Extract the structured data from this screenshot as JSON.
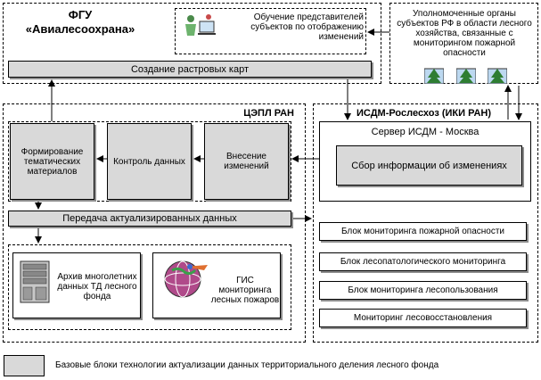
{
  "fgu": {
    "title_line1": "ФГУ",
    "title_line2": "«Авиалесоохрана»",
    "training_text": "Обучение представителей субъектов по отображению изменений",
    "raster_maps": "Создание растровых карт"
  },
  "authorities": {
    "text": "Уполномоченные органы субъектов РФ в области лесного хозяйства, связанные с мониторингом пожарной опасности"
  },
  "cepl": {
    "title": "ЦЭПЛ РАН",
    "formation": "Формирование тематических материалов",
    "control": "Контроль данных",
    "entry": "Внесение изменений",
    "transfer": "Передача актуализированных данных",
    "archive": "Архив многолетних данных ТД лесного фонда",
    "gis": "ГИС мониторинга лесных пожаров"
  },
  "isdm": {
    "title": "ИСДМ-Рослесхоз (ИКИ РАН)",
    "server": "Сервер ИСДМ - Москва",
    "collect": "Сбор информации об изменениях",
    "blocks": [
      "Блок мониторинга пожарной опасности",
      "Блок лесопатологического мониторинга",
      "Блок мониторинга лесопользования",
      "Мониторинг лесовосстановления"
    ]
  },
  "legend": {
    "text": "Базовые блоки технологии актуализации данных территориального деления лесного фонда"
  }
}
